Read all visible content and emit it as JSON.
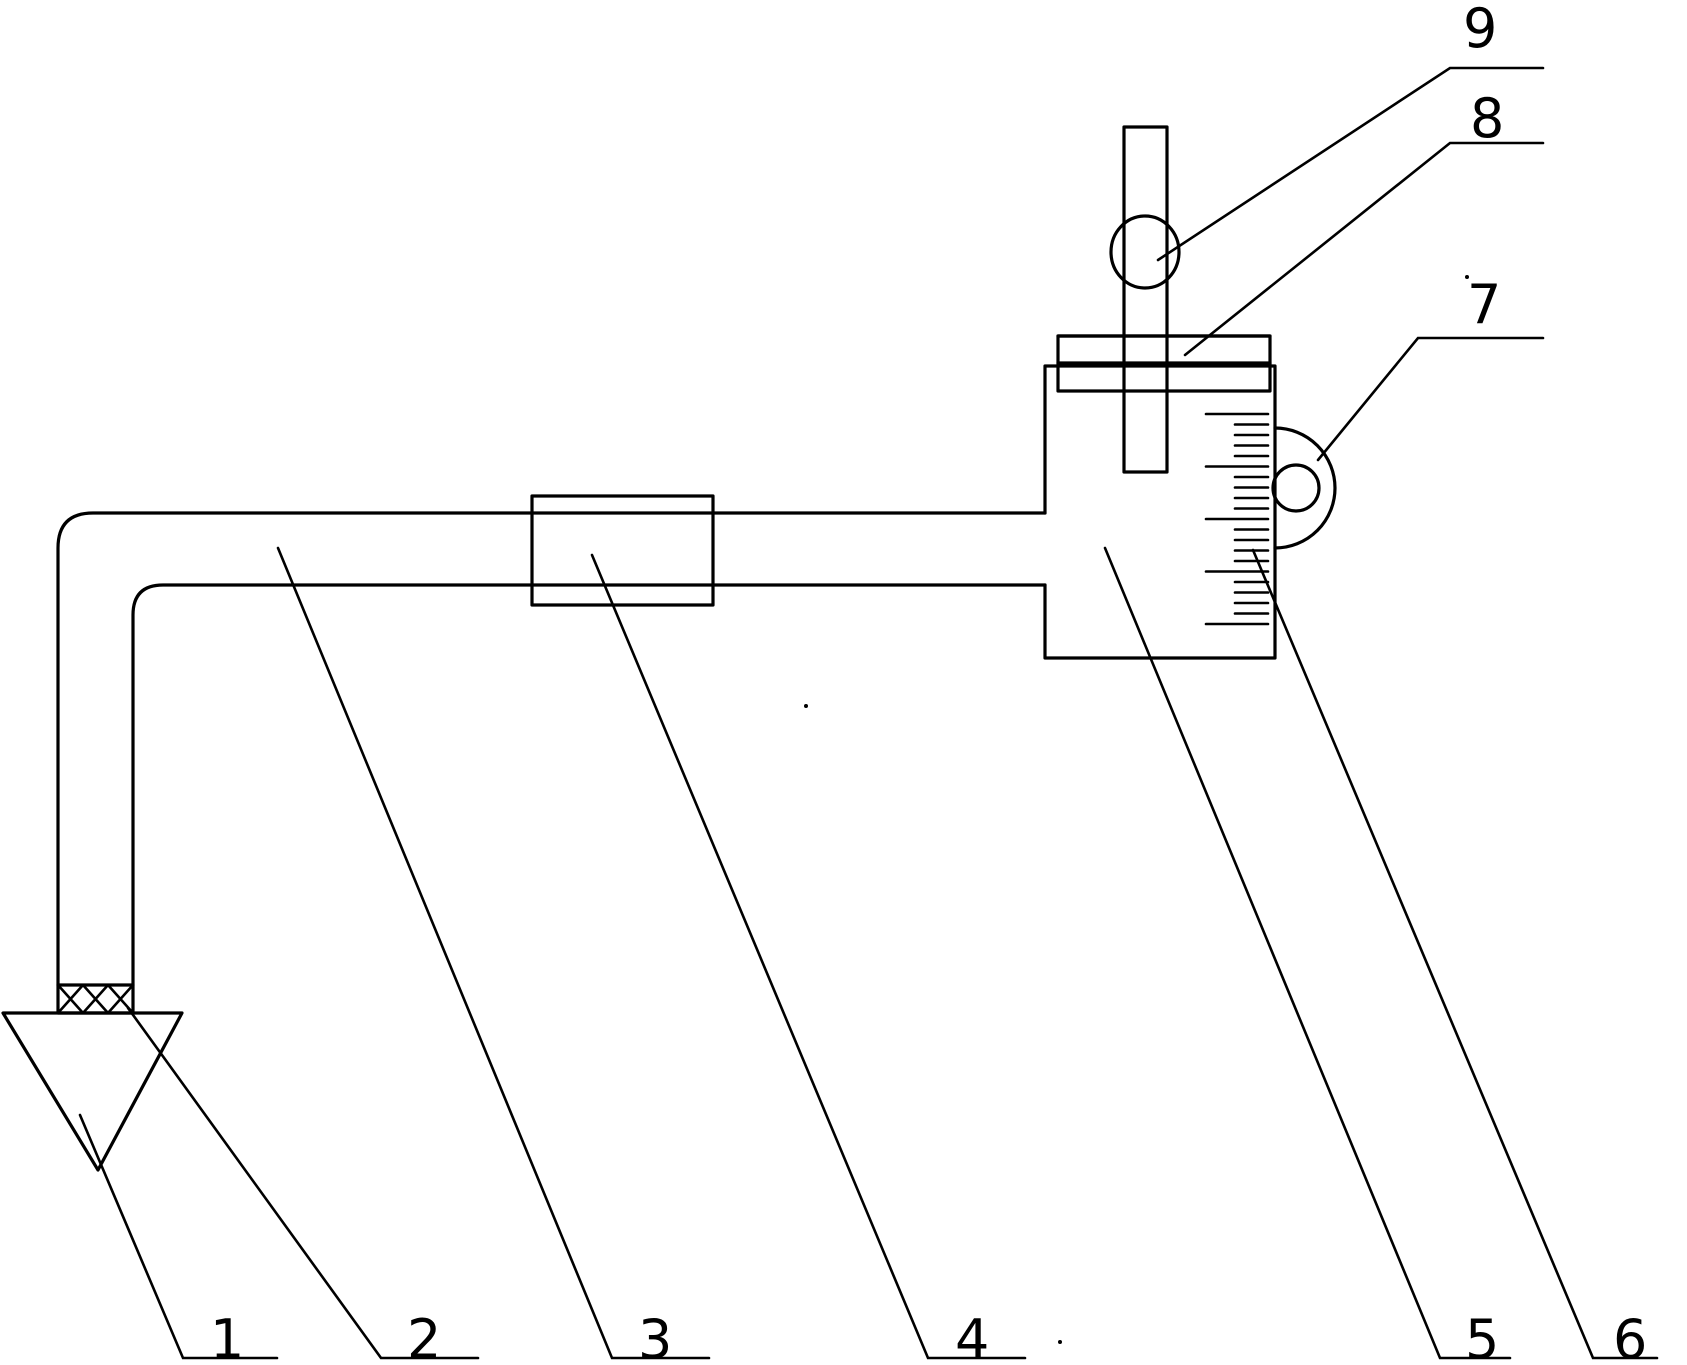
{
  "labels": [
    {
      "id": "part-1",
      "text": "1"
    },
    {
      "id": "part-2",
      "text": "2"
    },
    {
      "id": "part-3",
      "text": "3"
    },
    {
      "id": "part-4",
      "text": "4"
    },
    {
      "id": "part-5",
      "text": "5"
    },
    {
      "id": "part-6",
      "text": "6"
    },
    {
      "id": "part-7",
      "text": "7"
    },
    {
      "id": "part-8",
      "text": "8"
    },
    {
      "id": "part-9",
      "text": "9"
    }
  ],
  "line_color": "#000000",
  "background": "#ffffff"
}
